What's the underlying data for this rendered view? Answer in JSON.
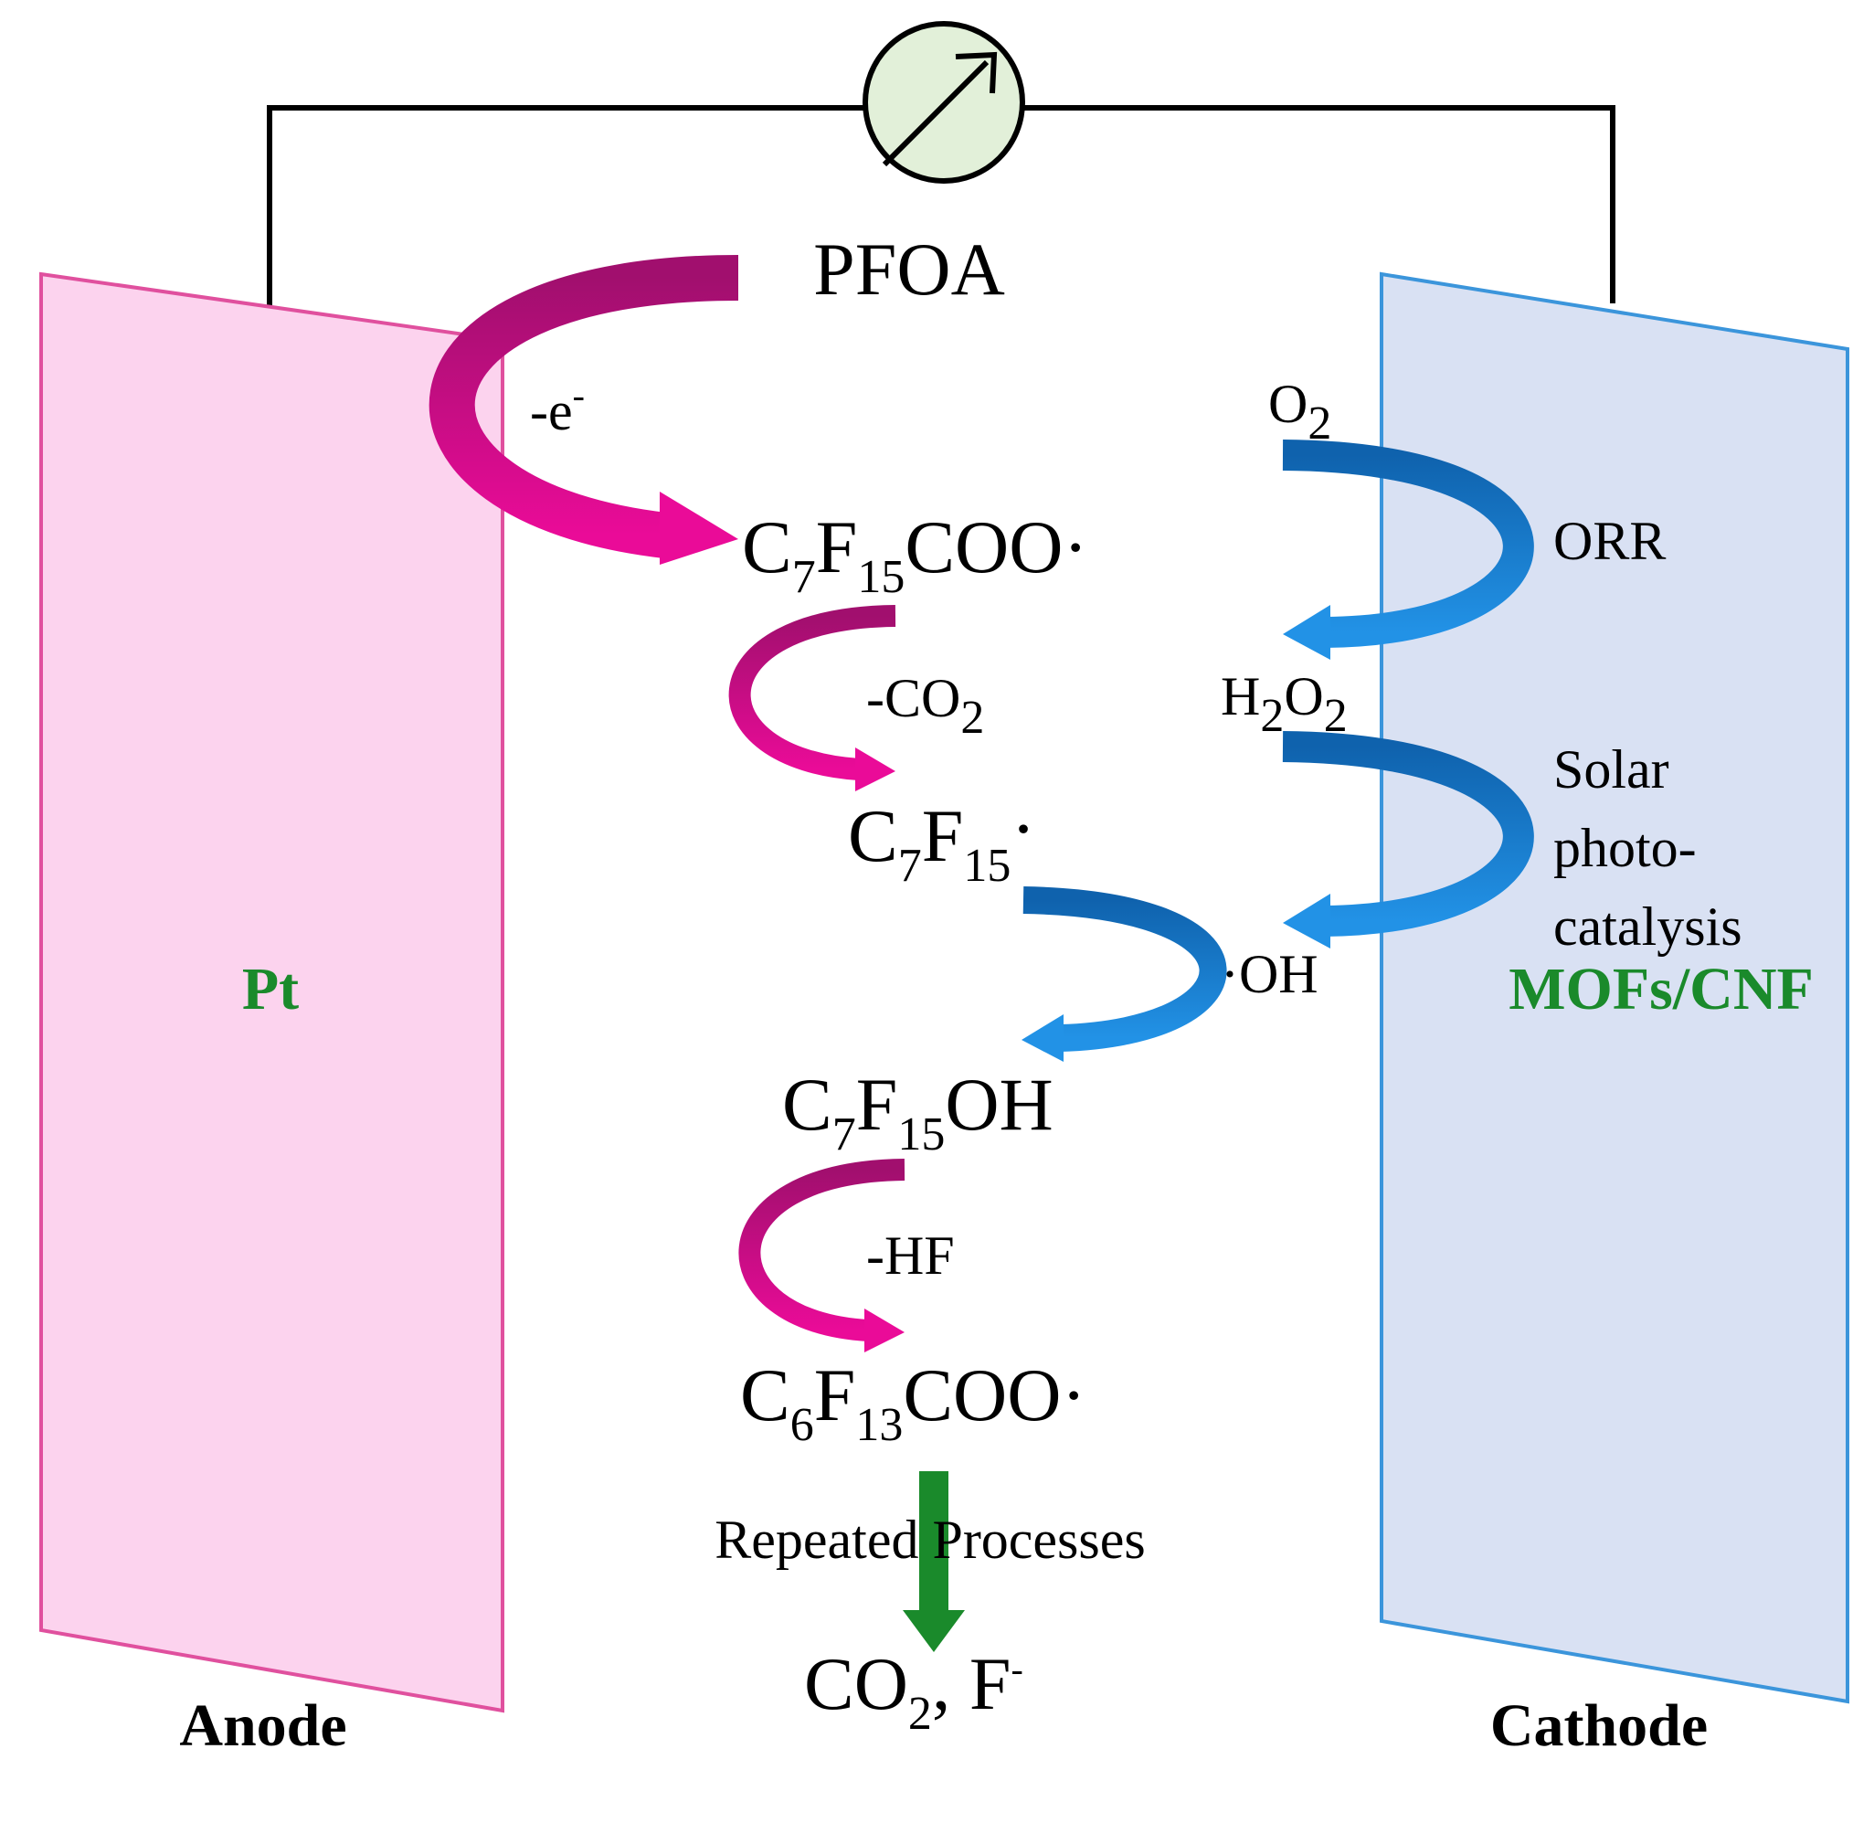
{
  "colors": {
    "anode_fill": "#fcd3ee",
    "anode_stroke": "#e0509e",
    "cathode_fill": "#d9e1f3",
    "cathode_stroke": "#3b95db",
    "anode_arrow_dark": "#a10f6e",
    "anode_arrow_light": "#ea0b98",
    "cathode_arrow_dark": "#0f62ad",
    "cathode_arrow_light": "#2292e6",
    "green": "#1a8a2b",
    "meter_fill": "#e2f0d9"
  },
  "icons": {
    "meter": "ammeter-circle-with-diagonal-arrow"
  },
  "labels": {
    "pfoa": "PFOA",
    "electron_loss": {
      "main": "-e",
      "sup": "-"
    },
    "radical_1": {
      "a": "C",
      "a_sub": "7",
      "b": "F",
      "b_sub": "15",
      "c": "COO·"
    },
    "decarboxylation": {
      "main": "-CO",
      "sub": "2"
    },
    "radical_2": {
      "a": "C",
      "a_sub": "7",
      "b": "F",
      "b_sub": "15",
      "c": "·"
    },
    "alcohol": {
      "a": "C",
      "a_sub": "7",
      "b": "F",
      "b_sub": "15",
      "c": "OH"
    },
    "hf_loss": "-HF",
    "radical_3": {
      "a": "C",
      "a_sub": "6",
      "b": "F",
      "b_sub": "13",
      "c": "COO·"
    },
    "repeated": "Repeated Processes",
    "final": {
      "a": "CO",
      "a_sub": "2",
      "b": ", F",
      "b_sup": "-"
    },
    "oxygen": {
      "main": "O",
      "sub": "2"
    },
    "orr": "ORR",
    "peroxide": {
      "a": "H",
      "a_sub": "2",
      "b": "O",
      "b_sub": "2"
    },
    "solar_lines": [
      "Solar",
      "photo-",
      "catalysis"
    ],
    "hydroxyl": "·OH",
    "anode_material": "Pt",
    "cathode_material": "MOFs/CNF",
    "anode_label": "Anode",
    "cathode_label": "Cathode"
  }
}
